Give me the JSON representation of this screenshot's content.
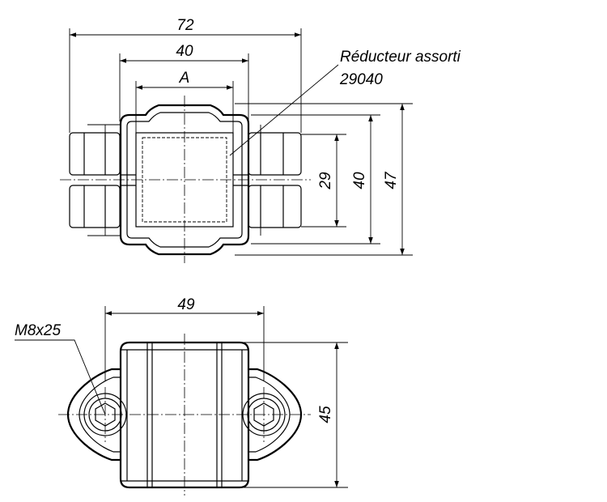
{
  "top_view": {
    "dim_overall_width": "72",
    "dim_body_width": "40",
    "dim_bore": "A",
    "dim_bore_height": "29",
    "dim_body_height": "40",
    "dim_overall_height": "47",
    "callout_label_line1": "Réducteur assorti",
    "callout_label_line2": "29040"
  },
  "front_view": {
    "screw_label": "M8x25",
    "dim_width": "49",
    "dim_height": "45"
  }
}
